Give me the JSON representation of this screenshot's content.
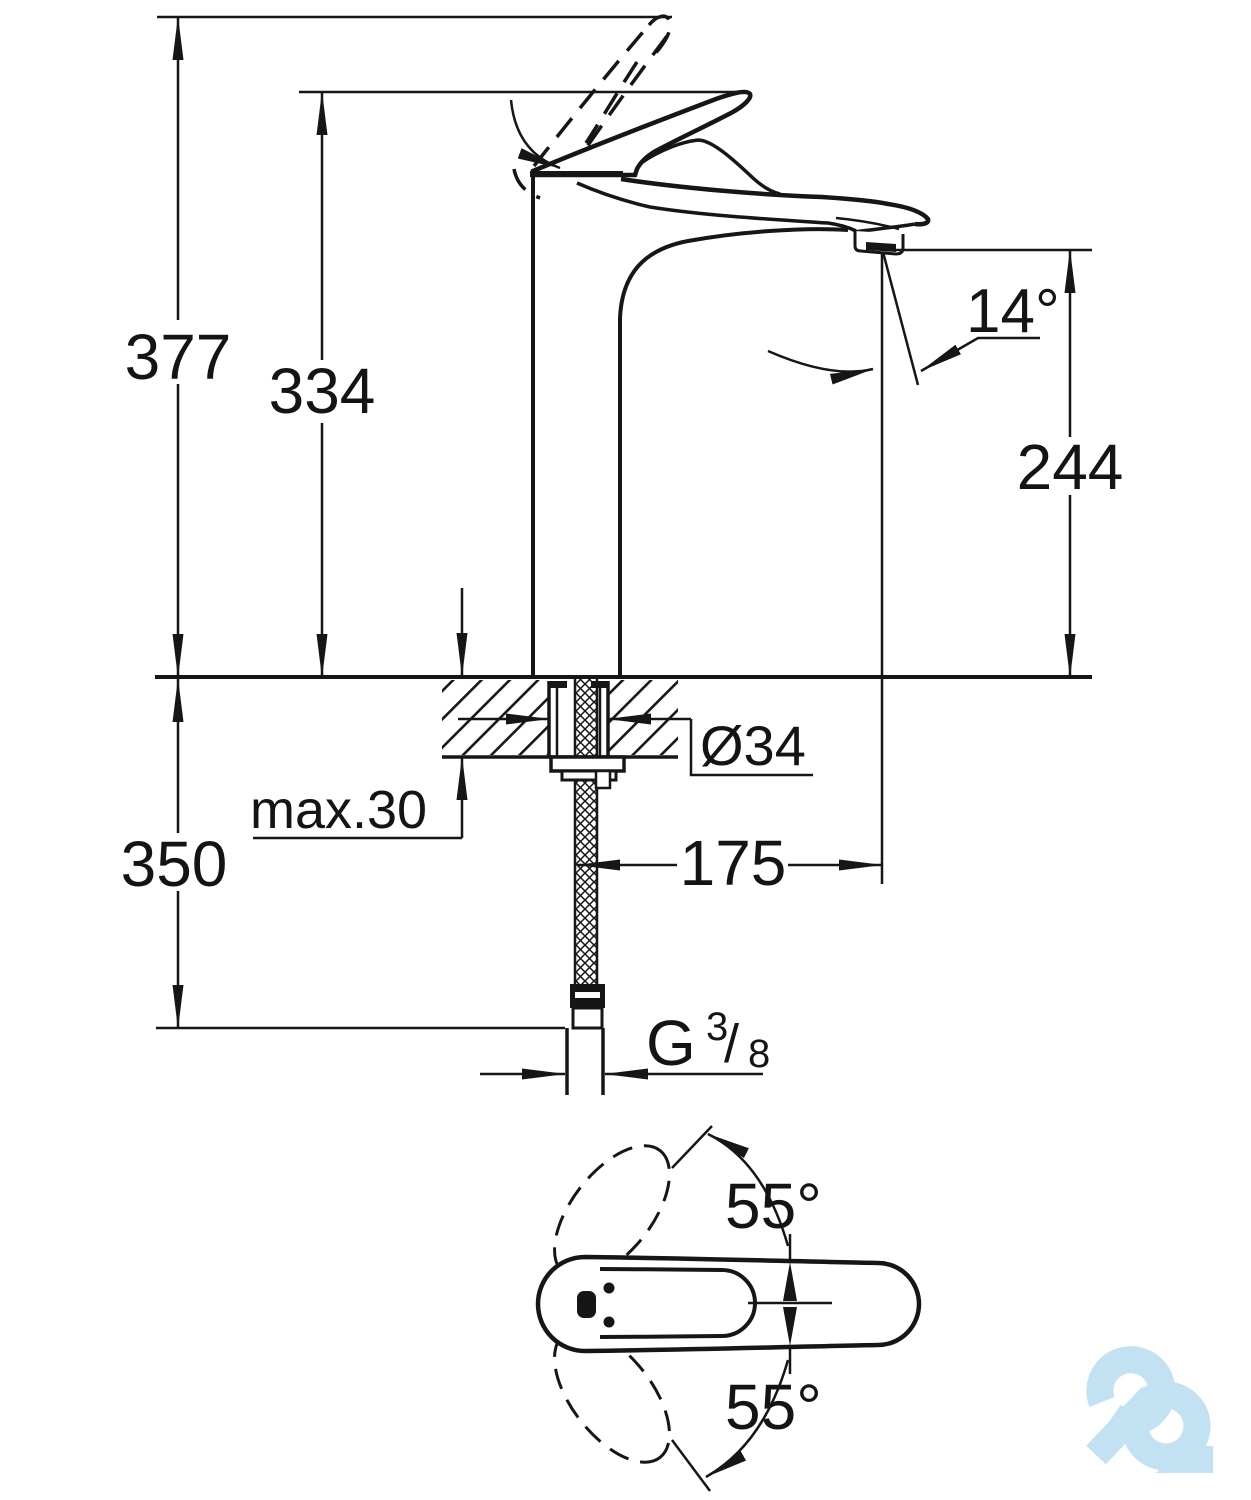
{
  "drawing": {
    "title": "faucet-installation-dimension-drawing",
    "labels": {
      "overall_height": "377",
      "handle_height": "334",
      "spout_angle": "14°",
      "outlet_height": "244",
      "hose_length": "350",
      "deck_thickness": "max.30",
      "hole_diameter": "Ø34",
      "spout_reach": "175",
      "thread_main": "G",
      "thread_numerator": "3",
      "thread_slash": "/",
      "thread_denominator": "8",
      "swivel_upper": "55°",
      "swivel_lower": "55°"
    },
    "colors": {
      "line": "#161616",
      "watermark": "#c2e1f3"
    }
  }
}
